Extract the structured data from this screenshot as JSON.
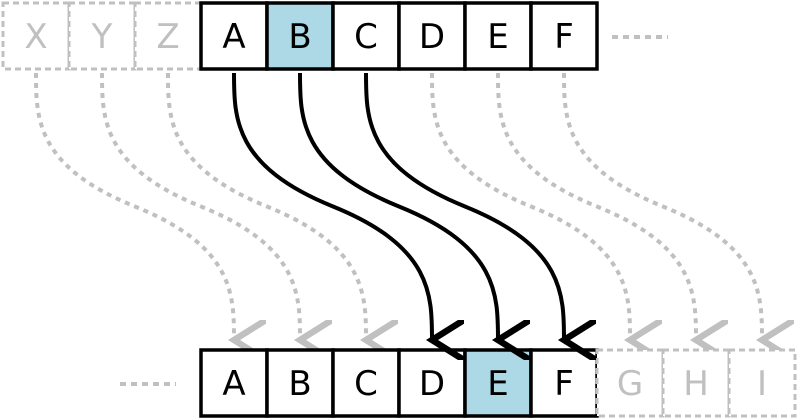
{
  "diagram": {
    "top_row": {
      "faded_letters": [
        "X",
        "Y",
        "Z"
      ],
      "letters": [
        "A",
        "B",
        "C",
        "D",
        "E",
        "F"
      ],
      "highlighted_index": 1
    },
    "bottom_row": {
      "letters": [
        "A",
        "B",
        "C",
        "D",
        "E",
        "F"
      ],
      "faded_letters": [
        "G",
        "H",
        "I"
      ],
      "highlighted_index": 4
    },
    "shift": 3,
    "colors": {
      "highlight": "#add8e6",
      "box_border": "#000000",
      "faded": "#c0c0c0",
      "arrow": "#000000"
    }
  }
}
